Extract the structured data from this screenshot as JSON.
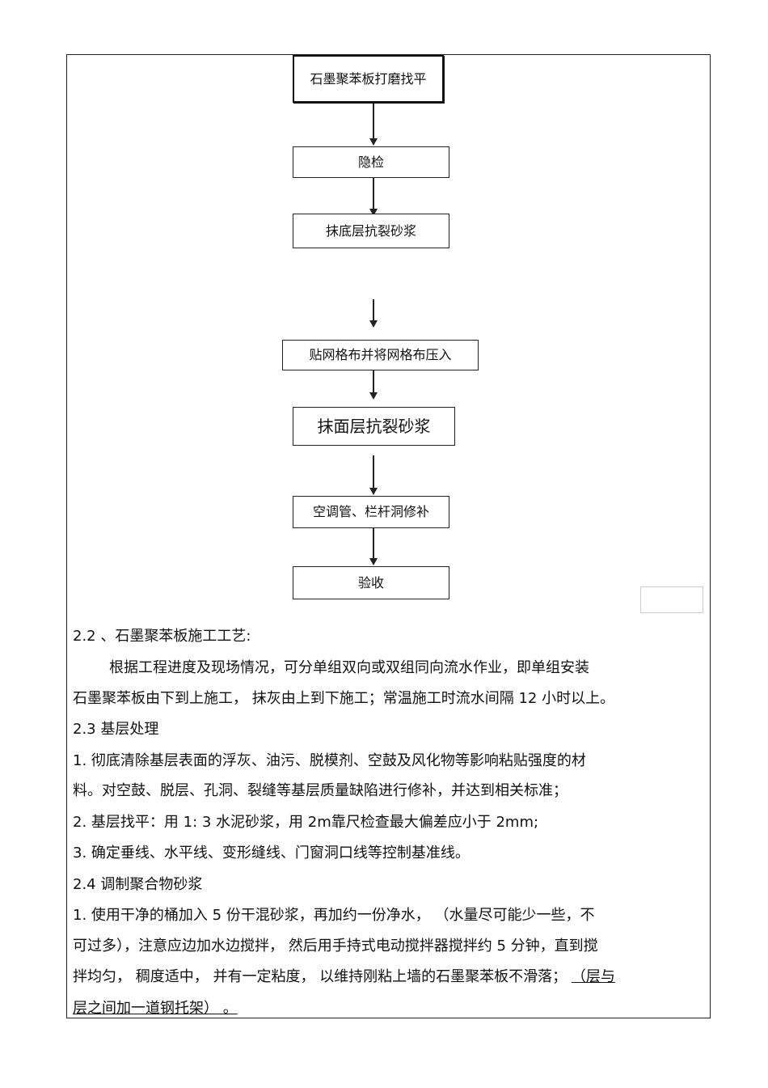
{
  "flow": {
    "steps": [
      "石墨聚苯板打磨找平",
      "隐检",
      "抹底层抗裂砂浆",
      "贴网格布并将网格布压入",
      "抹面层抗裂砂浆",
      "空调管、栏杆洞修补",
      "验收"
    ]
  },
  "text": {
    "s22_title": "2.2 、石墨聚苯板施工工艺:",
    "s22_p1": "根据工程进度及现场情况，可分单组双向或双组同向流水作业，即单组安装",
    "s22_p2": "石墨聚苯板由下到上施工，  抹灰由上到下施工；常温施工时流水间隔   12 小时以上。",
    "s23_title": "2.3  基层处理",
    "s23_1a": "1. 彻底清除基层表面的浮灰、油污、脱模剂、空鼓及风化物等影响粘贴强度的材",
    "s23_1b": "料。对空鼓、脱层、孔洞、裂缝等基层质量缺陷进行修补，并达到相关标准；",
    "s23_2": "2. 基层找平：用  1:  3 水泥砂浆，用   2m靠尺检查最大偏差应小于    2mm;",
    "s23_3": "3. 确定垂线、水平线、变形缝线、门窗洞口线等控制基准线。",
    "s24_title": "2.4  调制聚合物砂浆",
    "s24_1a": "1.  使用干净的桶加入    5 份干混砂浆，再加约一份净水，    （水量尽可能少一些，不",
    "s24_1b": "可过多），注意应边加水边搅拌，   然后用手持式电动搅拌器搅拌约    5 分钟，直到搅",
    "s24_1c_main": "拌均匀，  稠度适中，  并有一定粘度，   以维持刚粘上墙的石墨聚苯板不滑落；  ",
    "s24_1c_underline": "（层与",
    "s24_1d": "层之间加一道钢托架）  。"
  }
}
